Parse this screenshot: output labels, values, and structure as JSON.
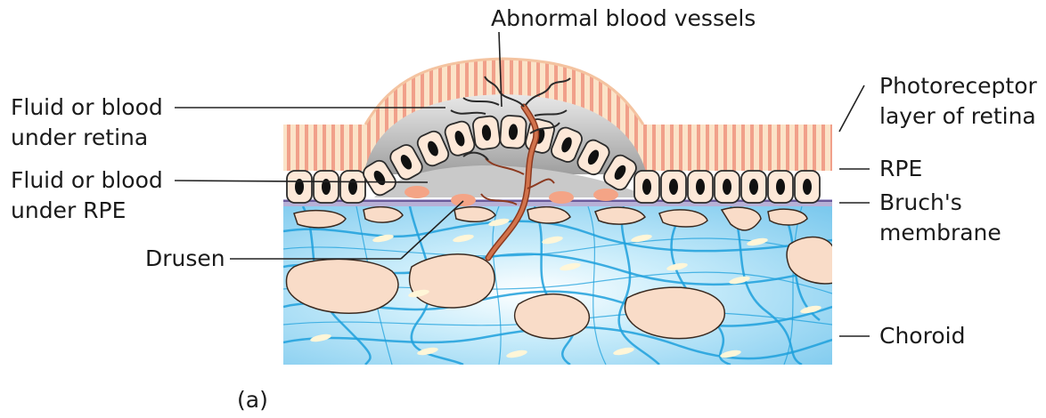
{
  "labels": {
    "abnormal_vessels": "Abnormal blood vessels",
    "fluid_under_retina": [
      "Fluid or blood",
      "under retina"
    ],
    "fluid_under_rpe": [
      "Fluid or blood",
      "under RPE"
    ],
    "drusen": "Drusen",
    "photoreceptor": [
      "Photoreceptor",
      "layer of retina"
    ],
    "rpe": "RPE",
    "bruchs": [
      "Bruch's",
      "membrane"
    ],
    "choroid": "Choroid",
    "panel": "(a)"
  },
  "colors": {
    "photoreceptor_fill": "#fbe3c8",
    "photoreceptor_stripe": "#f1a08a",
    "rpe_cell": "#fde8d8",
    "rpe_outline": "#2b2b2b",
    "nucleus": "#111111",
    "fluid_gray": "#bdbdbd",
    "bruchs_line": "#6a5a9a",
    "choroid_blue": "#8fd2f2",
    "choroid_vessel": "#1ea0dc",
    "choroid_cell": "#f9dcc8",
    "drusen": "#f4a486",
    "abnormal_vessel": "#c8603a",
    "leader_line": "#222222"
  }
}
